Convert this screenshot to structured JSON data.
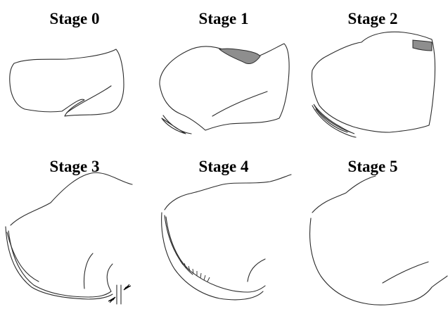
{
  "figure": {
    "panels": [
      {
        "title": "Stage 0"
      },
      {
        "title": "Stage 1"
      },
      {
        "title": "Stage 2"
      },
      {
        "title": "Stage 3"
      },
      {
        "title": "Stage 4"
      },
      {
        "title": "Stage 5"
      }
    ],
    "colors": {
      "outline": "#2b2b2b",
      "shaded_lesion": "#8e8e8e",
      "background": "#ffffff"
    }
  }
}
